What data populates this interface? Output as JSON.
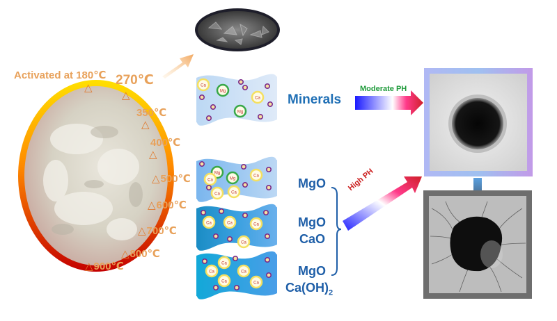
{
  "activation": {
    "label": "Activated at 180℃",
    "temperatures": [
      "270℃",
      "350℃",
      "400℃",
      "500℃",
      "600℃",
      "700℃",
      "800℃",
      "900℃"
    ]
  },
  "bands": {
    "minerals_label": "Minerals",
    "ions": [
      "Ca",
      "Mg"
    ],
    "products": [
      {
        "line1": "MgO",
        "line2": ""
      },
      {
        "line1": "MgO",
        "line2": "CaO"
      },
      {
        "line1": "MgO",
        "line2": "Ca(OH)",
        "line2_sub": "2"
      }
    ]
  },
  "arrows": {
    "moderate_label": "Moderate PH",
    "high_label": "High PH"
  }
}
